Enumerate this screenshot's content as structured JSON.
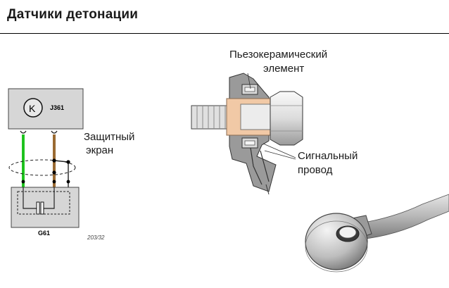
{
  "header": {
    "title": "Датчики детонации"
  },
  "schematic": {
    "ecu_code": "J361",
    "sensor_code": "G61",
    "figure_code": "203/32",
    "shield_label_line1": "Защитный",
    "shield_label_line2": "экран",
    "ecu_symbol": "K"
  },
  "cross_section": {
    "element_label_line1": "Пьезокерамический",
    "element_label_line2": "элемент",
    "wire_label_line1": "Сигнальный",
    "wire_label_line2": "провод"
  },
  "colors": {
    "wire_green": "#22cc22",
    "wire_brown": "#9a6a32",
    "box_fill": "#d6d6d6",
    "sleeve_peach": "#f1c9a6"
  }
}
